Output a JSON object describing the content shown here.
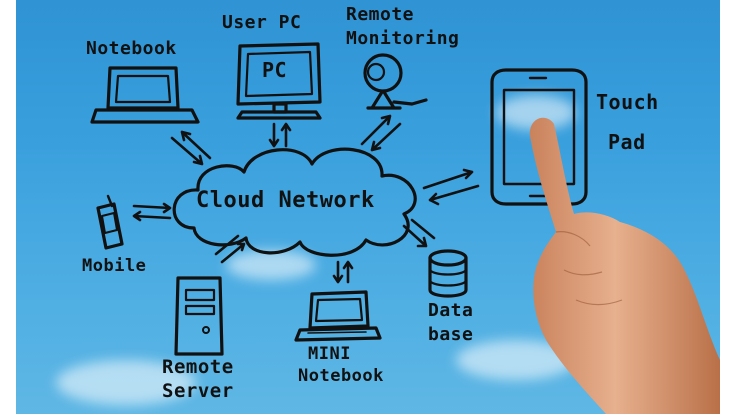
{
  "diagram": {
    "center_label": "Cloud Network",
    "nodes": [
      {
        "id": "notebook",
        "label": "Notebook"
      },
      {
        "id": "user-pc",
        "label": "User PC",
        "screen_text": "PC"
      },
      {
        "id": "remote-monitoring",
        "label_line1": "Remote",
        "label_line2": "Monitoring"
      },
      {
        "id": "touch-pad",
        "label_line1": "Touch",
        "label_line2": "Pad"
      },
      {
        "id": "mobile",
        "label": "Mobile"
      },
      {
        "id": "remote-server",
        "label_line1": "Remote",
        "label_line2": "Server"
      },
      {
        "id": "mini-notebook",
        "label_line1": "MINI",
        "label_line2": "Notebook"
      },
      {
        "id": "database",
        "label_line1": "Data",
        "label_line2": "base"
      }
    ]
  },
  "colors": {
    "sky_top": "#2f93d4",
    "sky_bottom": "#5fb7e4",
    "ink": "#111111",
    "skin": "#e0a27c"
  },
  "icons": [
    "laptop-icon",
    "monitor-icon",
    "webcam-icon",
    "tablet-icon",
    "phone-icon",
    "server-icon",
    "mini-laptop-icon",
    "database-icon",
    "cloud-icon",
    "hand-icon"
  ]
}
